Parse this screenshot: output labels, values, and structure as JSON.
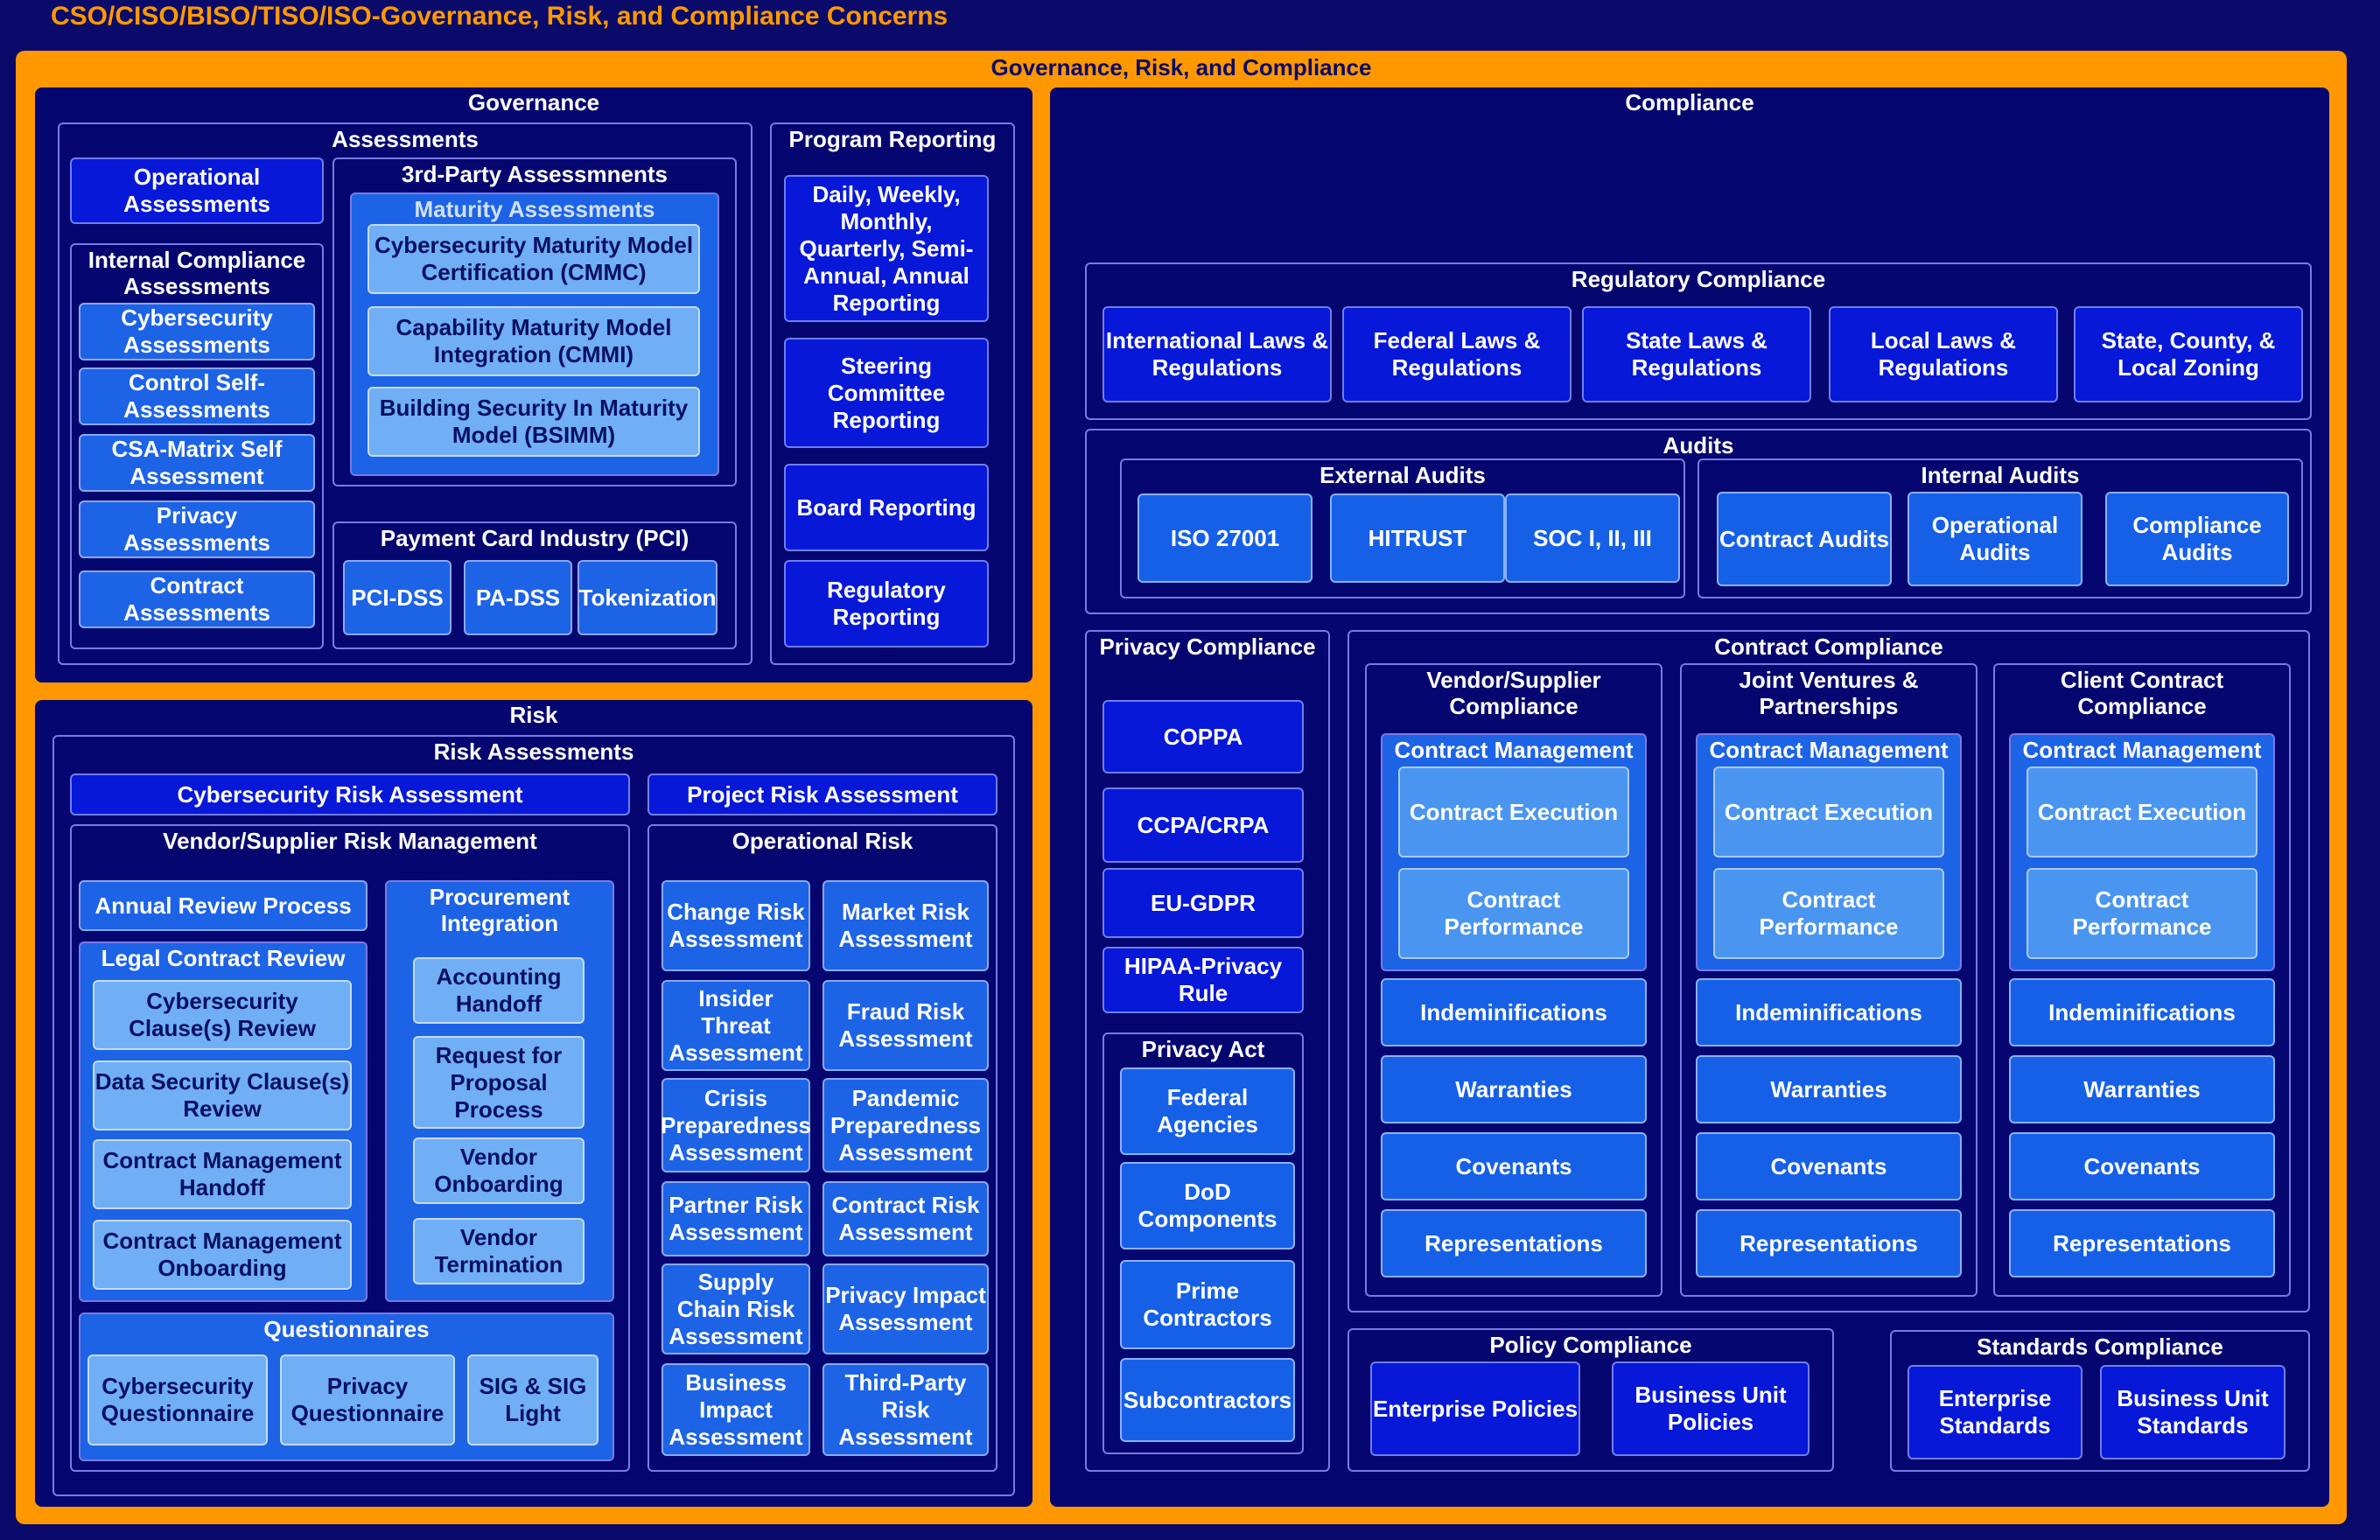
{
  "title": "CSO/CISO/BISO/TISO/ISO-Governance, Risk, and Compliance Concerns",
  "grc_label": "Governance, Risk, and Compliance",
  "governance": {
    "label": "Governance",
    "assessments": {
      "label": "Assessments",
      "operational": "Operational Assessments",
      "internal": {
        "label": "Internal Compliance Assessments",
        "items": [
          "Cybersecurity Assessments",
          "Control Self-Assessments",
          "CSA-Matrix Self Assessment",
          "Privacy Assessments",
          "Contract Assessments"
        ]
      },
      "third_party": {
        "label": "3rd-Party Assessmnents",
        "maturity": {
          "label": "Maturity Assessments",
          "items": [
            "Cybersecurity Maturity Model Certification (CMMC)",
            "Capability Maturity Model Integration (CMMI)",
            "Building Security In Maturity Model (BSIMM)"
          ]
        }
      },
      "pci": {
        "label": "Payment Card Industry (PCI)",
        "items": [
          "PCI-DSS",
          "PA-DSS",
          "Tokenization"
        ]
      }
    },
    "program_reporting": {
      "label": "Program Reporting",
      "items": [
        "Daily, Weekly, Monthly, Quarterly, Semi-Annual, Annual Reporting",
        "Steering Committee Reporting",
        "Board Reporting",
        "Regulatory Reporting"
      ]
    }
  },
  "risk": {
    "label": "Risk",
    "risk_assessments": "Risk Assessments",
    "cyber_risk": "Cybersecurity Risk Assessment",
    "project_risk": "Project Risk Assessment",
    "vendor": {
      "label": "Vendor/Supplier Risk Management",
      "annual_review": "Annual Review Process",
      "legal": {
        "label": "Legal Contract Review",
        "items": [
          "Cybersecurity Clause(s) Review",
          "Data Security Clause(s) Review",
          "Contract Management Handoff",
          "Contract Management Onboarding"
        ]
      },
      "procurement": {
        "label": "Procurement Integration",
        "items": [
          "Accounting Handoff",
          "Request for Proposal Process",
          "Vendor Onboarding",
          "Vendor Termination"
        ]
      },
      "questionnaires": {
        "label": "Questionnaires",
        "items": [
          "Cybersecurity Questionnaire",
          "Privacy Questionnaire",
          "SIG & SIG Light"
        ]
      }
    },
    "operational": {
      "label": "Operational Risk",
      "left": [
        "Change Risk Assessment",
        "Insider Threat Assessment",
        "Crisis Preparedness Assessment",
        "Partner Risk Assessment",
        "Supply Chain Risk Assessment",
        "Business Impact Assessment"
      ],
      "right": [
        "Market Risk Assessment",
        "Fraud Risk Assessment",
        "Pandemic Preparedness Assessment",
        "Contract Risk Assessment",
        "Privacy Impact Assessment",
        "Third-Party Risk Assessment"
      ]
    }
  },
  "compliance": {
    "label": "Compliance",
    "regulatory": {
      "label": "Regulatory Compliance",
      "items": [
        "International Laws & Regulations",
        "Federal Laws & Regulations",
        "State Laws & Regulations",
        "Local Laws & Regulations",
        "State, County, & Local Zoning"
      ]
    },
    "audits": {
      "label": "Audits",
      "external": {
        "label": "External Audits",
        "items": [
          "ISO 27001",
          "HITRUST",
          "SOC I, II, III"
        ]
      },
      "internal": {
        "label": "Internal Audits",
        "items": [
          "Contract Audits",
          "Operational Audits",
          "Compliance Audits"
        ]
      }
    },
    "privacy": {
      "label": "Privacy Compliance",
      "items": [
        "COPPA",
        "CCPA/CRPA",
        "EU-GDPR",
        "HIPAA-Privacy Rule"
      ],
      "privacy_act": {
        "label": "Privacy Act",
        "items": [
          "Federal Agencies",
          "DoD Components",
          "Prime Contractors",
          "Subcontractors"
        ]
      }
    },
    "contract": {
      "label": "Contract Compliance",
      "columns": [
        {
          "label": "Vendor/Supplier Compliance",
          "cm_label": "Contract Management",
          "cm_items": [
            "Contract Execution",
            "Contract Performance"
          ],
          "items": [
            "Indeminifications",
            "Warranties",
            "Covenants",
            "Representations"
          ]
        },
        {
          "label": "Joint Ventures & Partnerships",
          "cm_label": "Contract Management",
          "cm_items": [
            "Contract Execution",
            "Contract Performance"
          ],
          "items": [
            "Indeminifications",
            "Warranties",
            "Covenants",
            "Representations"
          ]
        },
        {
          "label": "Client Contract Compliance",
          "cm_label": "Contract Management",
          "cm_items": [
            "Contract Execution",
            "Contract Performance"
          ],
          "items": [
            "Indeminifications",
            "Warranties",
            "Covenants",
            "Representations"
          ]
        }
      ]
    },
    "policy": {
      "label": "Policy Compliance",
      "items": [
        "Enterprise Policies",
        "Business Unit Policies"
      ]
    },
    "standards": {
      "label": "Standards Compliance",
      "items": [
        "Enterprise Standards",
        "Business Unit Standards"
      ]
    }
  },
  "colors": {
    "accent": "#ff9800",
    "background": "#0a0a6b"
  }
}
